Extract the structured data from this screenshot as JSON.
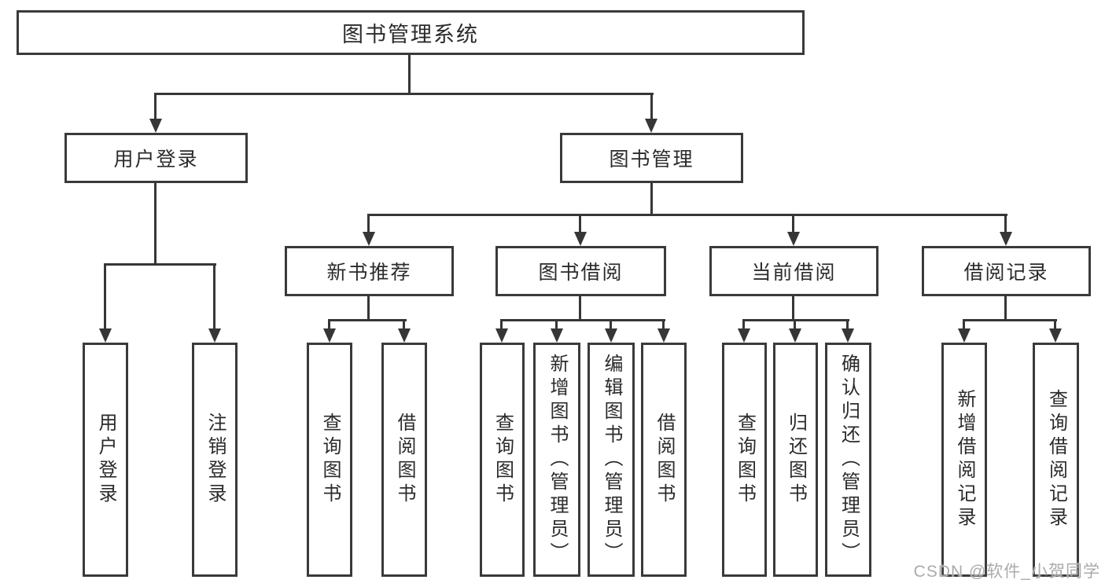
{
  "diagram": {
    "type": "tree",
    "nodes": {
      "root": "图书管理系统",
      "user_login": "用户登录",
      "book_management": "图书管理",
      "new_book_recommend": "新书推荐",
      "book_borrow": "图书借阅",
      "current_borrow": "当前借阅",
      "borrow_records": "借阅记录",
      "leaf_user_login": "用户登录",
      "leaf_logout": "注销登录",
      "rec_query_books": "查询图书",
      "rec_borrow_books": "借阅图书",
      "bb_query_books": "查询图书",
      "bb_add_books_admin": "新增图书（管理员）",
      "bb_edit_books_admin": "编辑图书（管理员）",
      "bb_borrow_books": "借阅图书",
      "cb_query_books": "查询图书",
      "cb_return_books": "归还图书",
      "cb_confirm_return_admin": "确认归还（管理员）",
      "br_add_record": "新增借阅记录",
      "br_query_record": "查询借阅记录"
    },
    "edges": [
      [
        "root",
        "user_login"
      ],
      [
        "root",
        "book_management"
      ],
      [
        "user_login",
        "leaf_user_login"
      ],
      [
        "user_login",
        "leaf_logout"
      ],
      [
        "book_management",
        "new_book_recommend"
      ],
      [
        "book_management",
        "book_borrow"
      ],
      [
        "book_management",
        "current_borrow"
      ],
      [
        "book_management",
        "borrow_records"
      ],
      [
        "new_book_recommend",
        "rec_query_books"
      ],
      [
        "new_book_recommend",
        "rec_borrow_books"
      ],
      [
        "book_borrow",
        "bb_query_books"
      ],
      [
        "book_borrow",
        "bb_add_books_admin"
      ],
      [
        "book_borrow",
        "bb_edit_books_admin"
      ],
      [
        "book_borrow",
        "bb_borrow_books"
      ],
      [
        "current_borrow",
        "cb_query_books"
      ],
      [
        "current_borrow",
        "cb_return_books"
      ],
      [
        "current_borrow",
        "cb_confirm_return_admin"
      ],
      [
        "borrow_records",
        "br_add_record"
      ],
      [
        "borrow_records",
        "br_query_record"
      ]
    ]
  },
  "watermark": "CSDN @软件_小贺同学",
  "colors": {
    "line": "#363636",
    "box_border": "#3a3a3a",
    "text": "#2b2b2b",
    "watermark": "#ababab",
    "background": "#ffffff"
  }
}
